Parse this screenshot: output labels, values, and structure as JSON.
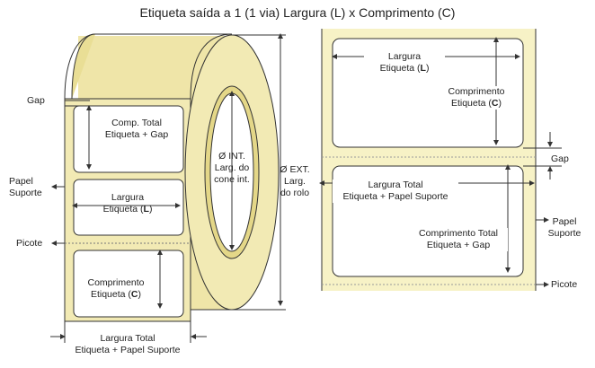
{
  "title": "Etiqueta saída a 1 (1 via)  Largura (L) x Comprimento (C)",
  "colors": {
    "roll_face": "#f2eab4",
    "roll_side": "#e9de95",
    "core_edge": "#c9bd6a",
    "stroke": "#333333",
    "label_fill": "#ffffff",
    "dashed": "#999999"
  },
  "left_diagram": {
    "gap": "Gap",
    "comp_total_line1": "Comp. Total",
    "comp_total_line2": "Etiqueta + Gap",
    "papel_suporte_line1": "Papel",
    "papel_suporte_line2": "Suporte",
    "largura_line1": "Largura",
    "largura_line2_pre": "Etiqueta (",
    "largura_letter": "L",
    "largura_line2_post": ")",
    "picote": "Picote",
    "comprimento_line1": "Comprimento",
    "comprimento_line2_pre": "Etiqueta (",
    "comprimento_letter": "C",
    "comprimento_line2_post": ")",
    "largura_total_line1": "Largura Total",
    "largura_total_line2": "Etiqueta + Papel Suporte",
    "int_line1": "Ø INT.",
    "int_line2": "Larg. do",
    "int_line3": "cone int.",
    "ext_line1": "Ø EXT.",
    "ext_line2": "Larg.",
    "ext_line3": "do rolo"
  },
  "right_diagram": {
    "largura_line1": "Largura",
    "largura_line2_pre": "Etiqueta (",
    "largura_letter": "L",
    "largura_line2_post": ")",
    "comprimento_line1": "Comprimento",
    "comprimento_line2_pre": "Etiqueta (",
    "comprimento_letter": "C",
    "comprimento_line2_post": ")",
    "gap": "Gap",
    "largura_total_line1": "Largura Total",
    "largura_total_line2": "Etiqueta + Papel Suporte",
    "comprimento_total_line1": "Comprimento Total",
    "comprimento_total_line2": "Etiqueta + Gap",
    "papel_suporte_line1": "Papel",
    "papel_suporte_line2": "Suporte",
    "picote": "Picote"
  }
}
